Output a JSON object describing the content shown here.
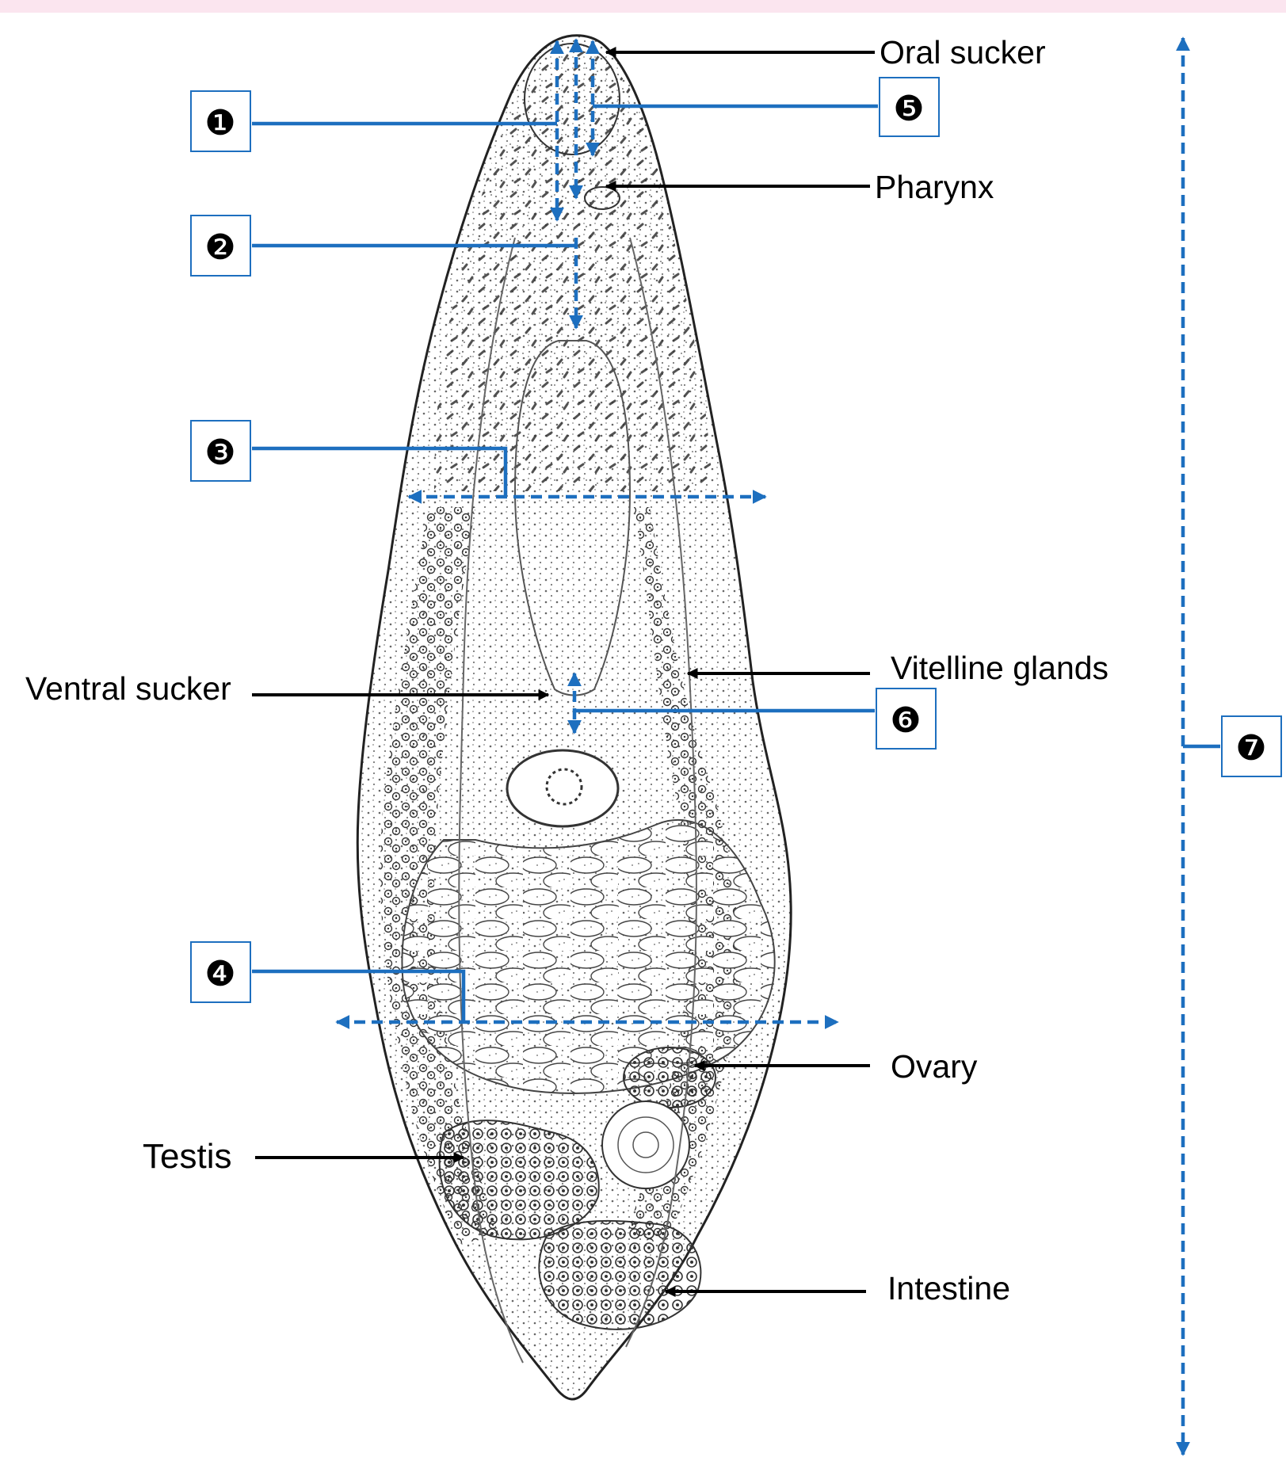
{
  "labels": {
    "oral_sucker": "Oral sucker",
    "pharynx": "Pharynx",
    "vitelline_glands": "Vitelline glands",
    "ventral_sucker": "Ventral sucker",
    "ovary": "Ovary",
    "testis": "Testis",
    "intestine": "Intestine"
  },
  "markers": {
    "m1": "❶",
    "m2": "❷",
    "m3": "❸",
    "m4": "❹",
    "m5": "❺",
    "m6": "❻",
    "m7": "❼"
  },
  "colors": {
    "accent_blue": "#1d6fbf",
    "top_bar": "#fbe5ef",
    "label_text": "#000000"
  }
}
